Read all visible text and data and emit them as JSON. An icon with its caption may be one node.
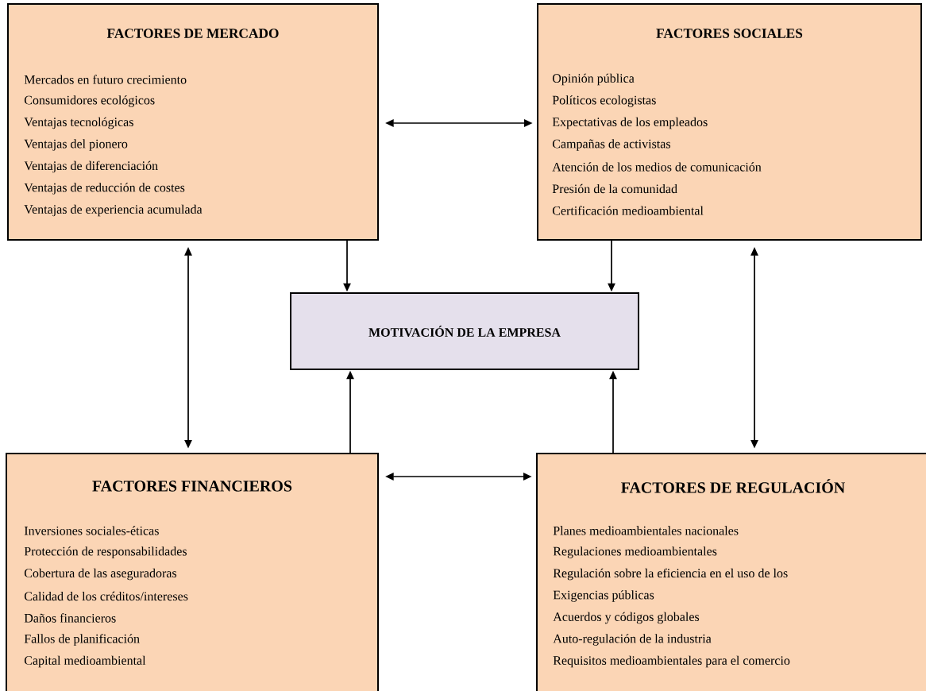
{
  "diagram": {
    "nodes": [
      {
        "text": [
          "FACTORES DE MERCADO",
          "Mercados en futuro crecimiento",
          "Consumidores ecológicos",
          "Ventajas tecnológicas",
          "Ventajas del pionero",
          "Ventajas de diferenciación",
          "Ventajas de reducción de costes",
          "Ventajas de experiencia acumulada"
        ]
      },
      {
        "text": [
          "FACTORES SOCIALES",
          "Opinión pública",
          "Políticos ecologistas",
          "Expectativas de los empleados",
          "Campañas de activistas",
          "Atención de los medios de comunicación",
          "Presión de la comunidad",
          "Certificación medioambiental"
        ]
      },
      {
        "text": [
          "FACTORES FINANCIEROS",
          "Inversiones sociales-éticas",
          "Protección de responsabilidades",
          "Cobertura de las aseguradoras",
          "Calidad de los créditos/intereses",
          "Daños financieros",
          "Fallos de planificación",
          "Capital medioambiental"
        ]
      },
      {
        "text": [
          "FACTORES DE REGULACIÓN",
          "Planes medioambientales nacionales",
          "Regulaciones medioambientales",
          "Regulación sobre la eficiencia en el uso de los",
          "Exigencias públicas",
          "Acuerdos y códigos globales",
          "Auto-regulación de la industria",
          "Requisitos medioambientales para el comercio"
        ]
      },
      {
        "text": [
          "MOTIVACIÓN DE LA EMPRESA"
        ]
      }
    ],
    "edges": [
      {
        "from": 0,
        "to": 1,
        "arrow": "both"
      },
      {
        "from": 0,
        "to": 4,
        "arrow": "to"
      },
      {
        "from": 1,
        "to": 4,
        "arrow": "to"
      },
      {
        "from": 0,
        "to": 2,
        "arrow": "both"
      },
      {
        "from": 1,
        "to": 3,
        "arrow": "both"
      },
      {
        "from": 2,
        "to": 4,
        "arrow": "to"
      },
      {
        "from": 3,
        "to": 4,
        "arrow": "to"
      },
      {
        "from": 2,
        "to": 3,
        "arrow": "both"
      }
    ]
  }
}
